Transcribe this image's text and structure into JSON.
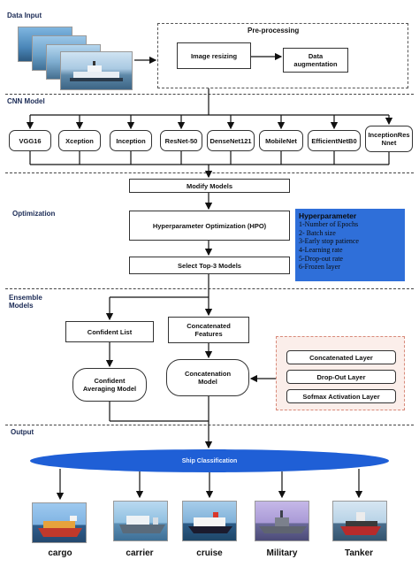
{
  "sections": {
    "data_input": "Data Input",
    "cnn_model": "CNN Model",
    "optimization": "Optimization",
    "ensemble": "Ensemble\nModels",
    "output": "Output"
  },
  "preprocessing": {
    "title": "Pre-processing",
    "resize": "Image resizing",
    "augment": "Data augmentation"
  },
  "cnn_models": [
    "VGG16",
    "Xception",
    "Inception",
    "ResNet-50",
    "DenseNet121",
    "MobileNet",
    "EfficientNetB0",
    "InceptionResNnet"
  ],
  "modify": "Modify Models",
  "hpo": "Hyperparameter Optimization (HPO)",
  "select_top3": "Select Top-3 Models",
  "hyperparameter": {
    "title": "Hyperparameter",
    "items": [
      "1-Number of Epochs",
      "2- Batch size",
      "3-Early stop patience",
      "4-Learning rate",
      "5-Drop-out rate",
      "6-Frozen layer"
    ]
  },
  "ensemble": {
    "confident_list": "Confident List",
    "concat_features": "Concatenated Features",
    "confident_avg": "Confident Averaging Model",
    "concat_model": "Concatenation Model",
    "layers": [
      "Concatenated Layer",
      "Drop-Out Layer",
      "Sofmax Activation Layer"
    ]
  },
  "output": {
    "classification": "Ship Classification",
    "classes": [
      "cargo",
      "carrier",
      "cruise",
      "Military",
      "Tanker"
    ]
  },
  "colors": {
    "hyper_bg": "#2f6fd9",
    "ellipse": "#1f5fd6",
    "layer_panel_border": "#d88a7a"
  }
}
